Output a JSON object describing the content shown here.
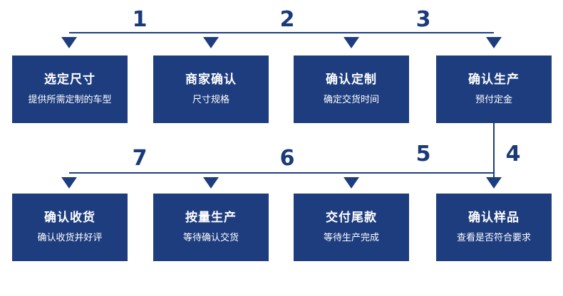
{
  "colors": {
    "box": "#1e3d7f",
    "line": "#1e3d7f",
    "number": "#1a3a7a",
    "text": "#ffffff"
  },
  "steps": [
    {
      "title": "选定尺寸",
      "subtitle": "提供所需定制的车型"
    },
    {
      "title": "商家确认",
      "subtitle": "尺寸规格"
    },
    {
      "title": "确认定制",
      "subtitle": "确定交货时间"
    },
    {
      "title": "确认生产",
      "subtitle": "预付定金"
    },
    {
      "title": "确认收货",
      "subtitle": "确认收货并好评"
    },
    {
      "title": "按量生产",
      "subtitle": "等待确认交货"
    },
    {
      "title": "交付尾款",
      "subtitle": "等待生产完成"
    },
    {
      "title": "确认样品",
      "subtitle": "查看是否符合要求"
    }
  ],
  "numbers": [
    "1",
    "2",
    "3",
    "4",
    "5",
    "6",
    "7"
  ]
}
